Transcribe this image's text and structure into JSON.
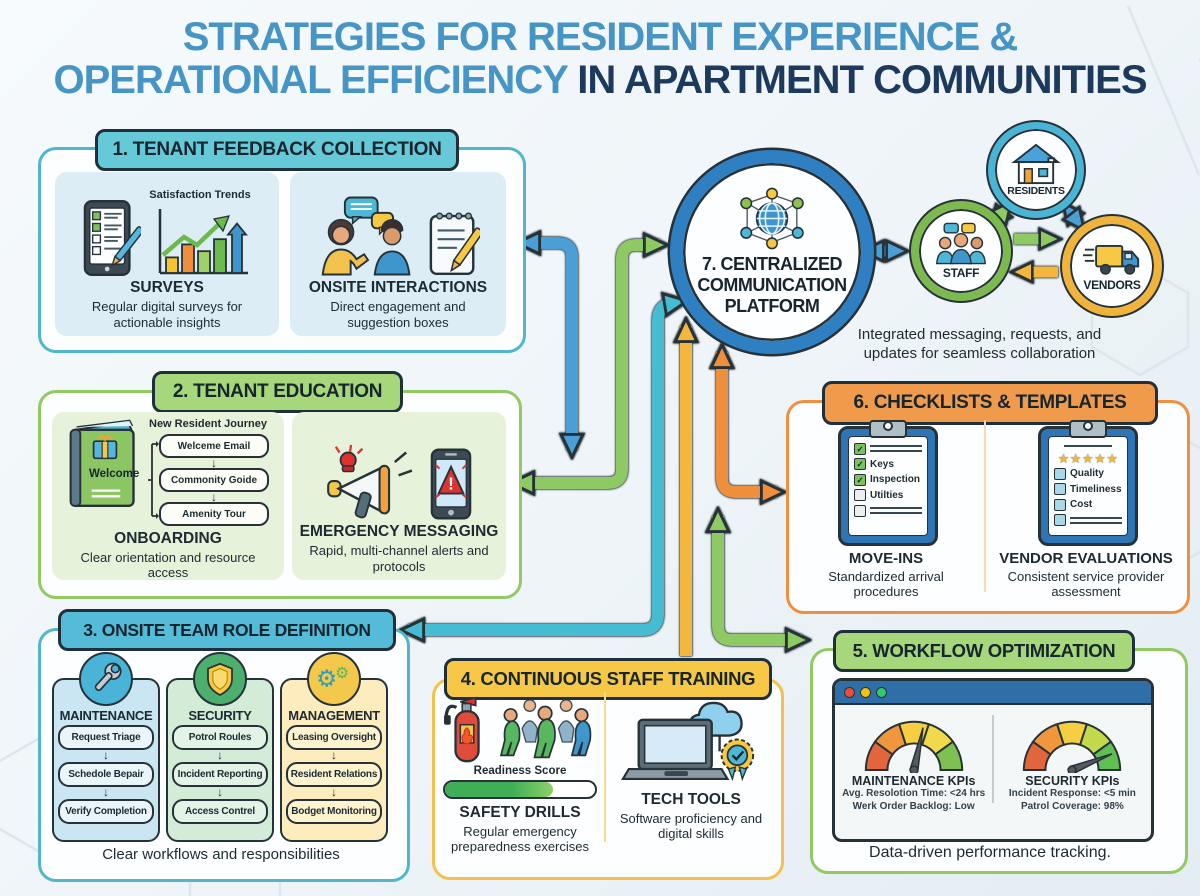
{
  "colors": {
    "title_blue": "#4695c5",
    "title_navy": "#1d3a5c",
    "teal_header": "#66c9d8",
    "teal_border": "#4fb6cc",
    "green_header": "#a6d77a",
    "green_border": "#93c961",
    "blue_header": "#54bcd9",
    "yellow_header": "#f7c845",
    "yellow_border": "#f2c14e",
    "orange_header": "#f09a4c",
    "orange_border": "#ee9040",
    "arrow_blue": "#4a9fd4",
    "arrow_green": "#8fc963",
    "arrow_teal": "#45bcd2",
    "arrow_yellow": "#f5b63e",
    "arrow_orange": "#ef8f3b"
  },
  "title": {
    "line1": "STRATEGIES FOR RESIDENT EXPERIENCE &",
    "line2_accent": "OPERATIONAL EFFICIENCY",
    "line2_dark": " IN APARTMENT COMMUNITIES"
  },
  "feedback": {
    "header": "1. TENANT FEEDBACK COLLECTION",
    "surveys_title": "SURVEYS",
    "surveys_desc": "Regular digital surveys for actionable insights",
    "onsite_title": "ONSITE INTERACTIONS",
    "onsite_desc": "Direct engagement and suggestion boxes"
  },
  "education": {
    "header": "2. TENANT EDUCATION",
    "book_label": "Welcome",
    "journey_title": "New Resident Journey",
    "steps": [
      "Welceme Email",
      "Commonity Goide",
      "Amenity Tour"
    ],
    "onboarding_title": "ONBOARDING",
    "onboarding_desc": "Clear orientation and resource access",
    "emergency_title": "EMERGENCY MESSAGING",
    "emergency_desc": "Rapid, multi-channel alerts and protocols"
  },
  "roles": {
    "header": "3. ONSITE TEAM ROLE DEFINITION",
    "footer": "Clear workflows and responsibilities",
    "columns": [
      {
        "title": "MAINTENANCE",
        "steps": [
          "Request Triage",
          "Schedole Bepair",
          "Verify Completion"
        ]
      },
      {
        "title": "SECURITY",
        "steps": [
          "Potrol Roules",
          "Incident Reporting",
          "Access Contrel"
        ]
      },
      {
        "title": "MANAGEMENT",
        "steps": [
          "Leasing Oversight",
          "Resident Relations",
          "Bodget Monitoring"
        ]
      }
    ]
  },
  "training": {
    "header": "4. CONTINUOUS STAFF TRAINING",
    "safety_title": "SAFETY DRILLS",
    "safety_desc": "Regular emergency preparedness exercises",
    "tech_title": "TECH TOOLS",
    "tech_desc": "Software proficiency and digital skills"
  },
  "workflow": {
    "header": "5. WORKFLOW OPTIMIZATION",
    "footer": "Data-driven performance tracking."
  },
  "checklists": {
    "header": "6. CHECKLISTS & TEMPLATES",
    "moveins_title": "MOVE-INS",
    "moveins_desc": "Standardized arrival procedures",
    "moveins_items": [
      {
        "label": "Keys",
        "checked": true
      },
      {
        "label": "Inspection",
        "checked": true
      },
      {
        "label": "Utilties",
        "checked": false
      }
    ],
    "vendor_stars": "★★★★★",
    "vendor_title": "VENDOR EVALUATIONS",
    "vendor_desc": "Consistent service provider assessment",
    "vendor_items": [
      "Quality",
      "Timeliness",
      "Cost"
    ]
  },
  "platform": {
    "title_line1": "7. CENTRALIZED",
    "title_line2": "COMMUNICATION",
    "title_line3": "PLATFORM",
    "caption_line1": "Integrated messaging, requests, and",
    "caption_line2": "updates for seamless collaboration",
    "nodes": {
      "residents": "RESIDENTS",
      "staff": "STAFF",
      "vendors": "VENDORS"
    }
  },
  "chart_data": [
    {
      "type": "gauge",
      "title": "MAINTENANCE KPIs",
      "metrics": [
        "Avg. Resolotion Time: <24 hrs",
        "Werk Order Backlog: Low"
      ],
      "segment_colors": [
        "#e2663c",
        "#f0973d",
        "#f6ce41",
        "#f0d94a",
        "#7ec152"
      ],
      "needle_deg": 12
    },
    {
      "type": "gauge",
      "title": "SECURITY KPIs",
      "metrics": [
        "Incident Response: <5 min",
        "Patrol Coverage: 98%"
      ],
      "segment_colors": [
        "#e2663c",
        "#f0973d",
        "#f6ce41",
        "#c3d94c",
        "#5fbf53"
      ],
      "needle_deg": 68
    },
    {
      "type": "progress",
      "title": "Readiness Score",
      "value_pct": 72
    },
    {
      "type": "bar",
      "title": "Satisfaction Trends",
      "values": [
        30,
        55,
        42,
        65,
        95
      ],
      "bar_colors": [
        "#f5c431",
        "#ef8f3b",
        "#9fd06a",
        "#6cb94d",
        "#3f96cc"
      ],
      "trend": "up"
    }
  ]
}
